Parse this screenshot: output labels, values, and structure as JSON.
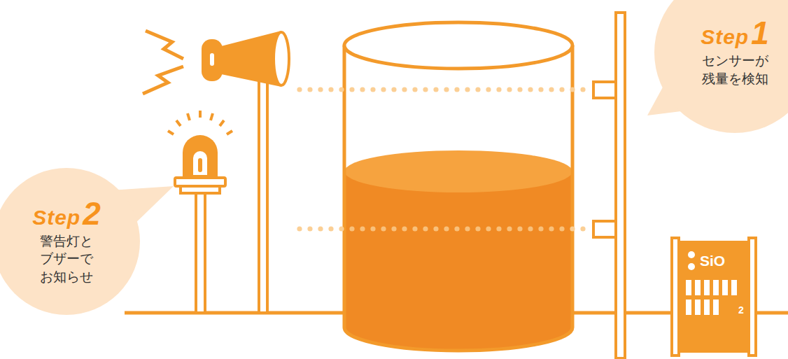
{
  "diagram": {
    "nodes": [
      {
        "text": [
          "Step",
          "1",
          "センサーが 残量を検知"
        ]
      },
      {
        "text": [
          "Step",
          "2",
          "警告灯と ブザーで お知らせ"
        ]
      },
      {
        "text": [
          "SiO",
          "2"
        ]
      }
    ]
  }
}
